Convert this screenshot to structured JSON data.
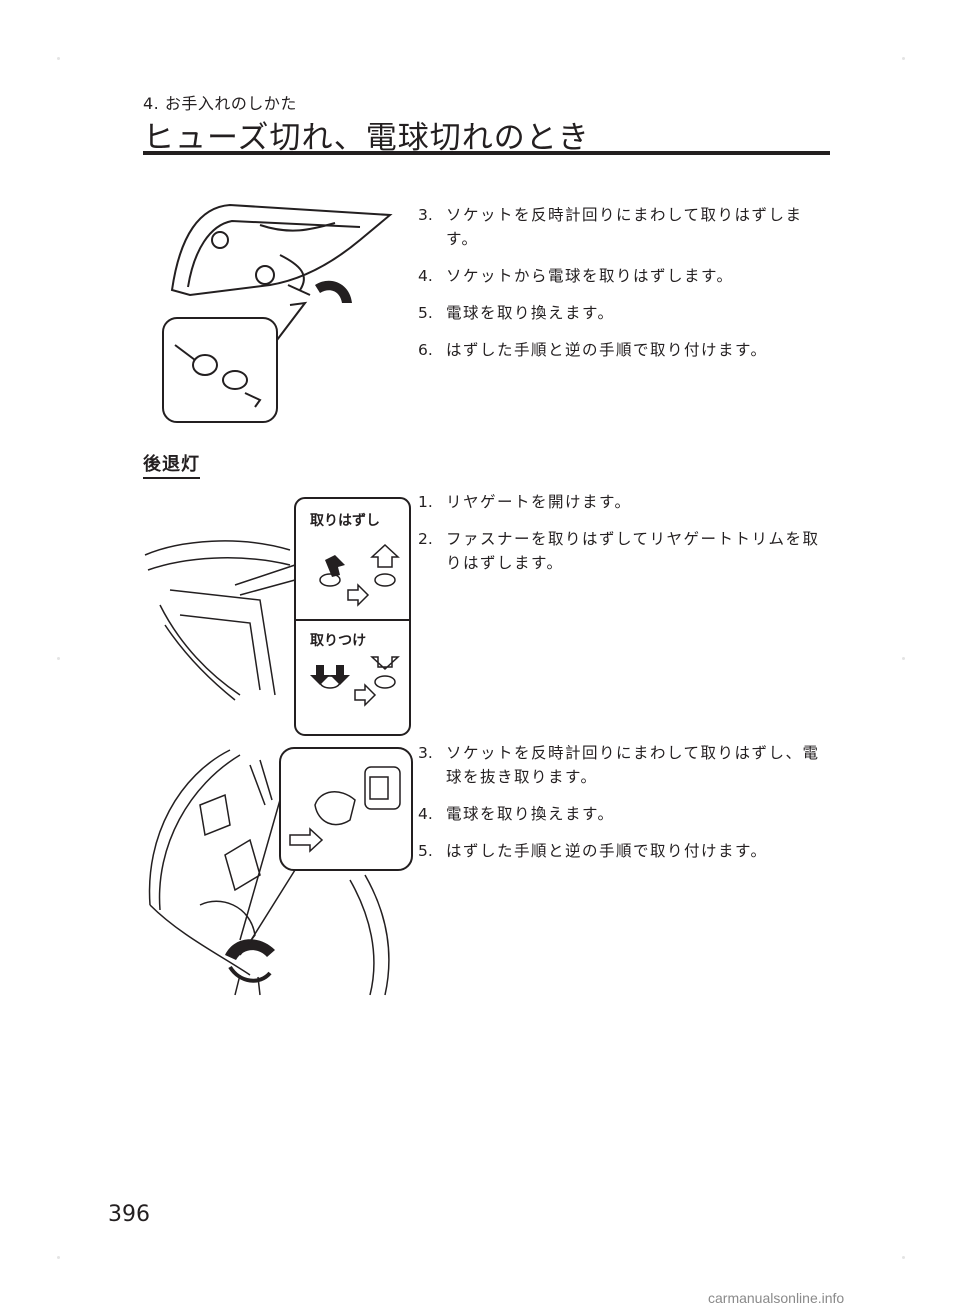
{
  "header": {
    "chapter": "4. お手入れのしかた",
    "title": "ヒューズ切れ、電球切れのとき"
  },
  "steps_top": [
    {
      "num": "3.",
      "text": "ソケットを反時計回りにまわして取りはずします。"
    },
    {
      "num": "4.",
      "text": "ソケットから電球を取りはずします。"
    },
    {
      "num": "5.",
      "text": "電球を取り換えます。"
    },
    {
      "num": "6.",
      "text": "はずした手順と逆の手順で取り付けます。"
    }
  ],
  "section_title": "後退灯",
  "steps_mid": [
    {
      "num": "1.",
      "text": "リヤゲートを開けます。"
    },
    {
      "num": "2.",
      "text": "ファスナーを取りはずしてリヤゲートトリムを取りはずします。"
    }
  ],
  "figure_labels": {
    "remove": "取りはずし",
    "install": "取りつけ"
  },
  "steps_bottom": [
    {
      "num": "3.",
      "text": "ソケットを反時計回りにまわして取りはずし、電球を抜き取ります。"
    },
    {
      "num": "4.",
      "text": "電球を取り換えます。"
    },
    {
      "num": "5.",
      "text": "はずした手順と逆の手順で取り付けます。"
    }
  ],
  "page_number": "396",
  "footer": "carmanualsonline.info"
}
